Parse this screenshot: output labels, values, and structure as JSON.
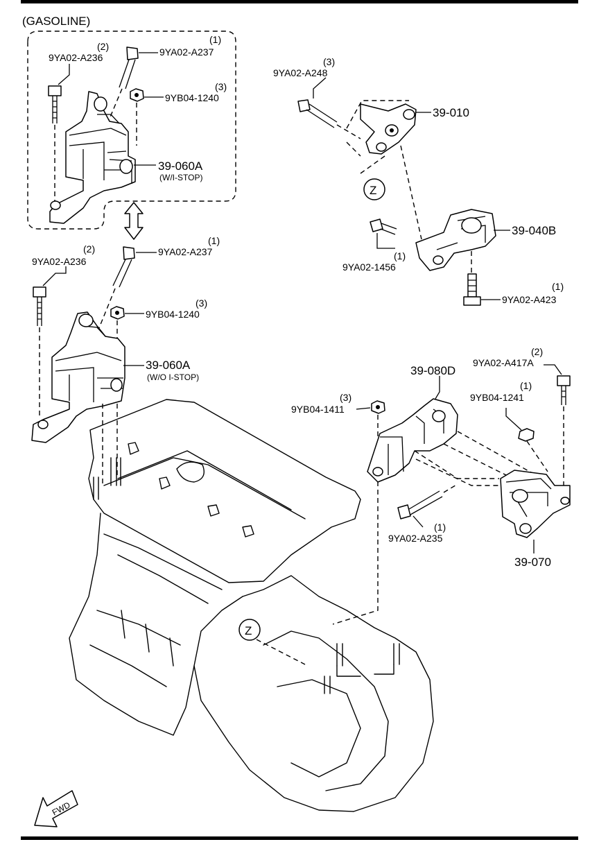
{
  "header": {
    "variant": "(GASOLINE)"
  },
  "callouts": {
    "wi_stop_box": {
      "bolt_a236": {
        "qty": "(2)",
        "part_no": "9YA02-A236"
      },
      "bolt_a237": {
        "qty": "(1)",
        "part_no": "9YA02-A237"
      },
      "nut_1240": {
        "qty": "(3)",
        "part_no": "9YB04-1240"
      },
      "mount": {
        "part_no": "39-060A",
        "note": "(W/I-STOP)"
      }
    },
    "wo_stop": {
      "bolt_a236": {
        "qty": "(2)",
        "part_no": "9YA02-A236"
      },
      "bolt_a237": {
        "qty": "(1)",
        "part_no": "9YA02-A237"
      },
      "nut_1240": {
        "qty": "(3)",
        "part_no": "9YB04-1240"
      },
      "mount": {
        "part_no": "39-060A",
        "note": "(W/O I-STOP)"
      }
    },
    "rear_mount": {
      "bolt_a248": {
        "qty": "(3)",
        "part_no": "9YA02-A248"
      },
      "bracket": {
        "part_no": "39-010"
      },
      "ref_z": "Z",
      "bolt_1456": {
        "qty": "(1)",
        "part_no": "9YA02-1456"
      },
      "mount": {
        "part_no": "39-040B"
      },
      "bolt_a423": {
        "qty": "(1)",
        "part_no": "9YA02-A423"
      }
    },
    "trans_mount": {
      "bracket": {
        "part_no": "39-080D"
      },
      "bolt_a417a": {
        "qty": "(2)",
        "part_no": "9YA02-A417A"
      },
      "nut_1241": {
        "qty": "(1)",
        "part_no": "9YB04-1241"
      },
      "nut_1411": {
        "qty": "(3)",
        "part_no": "9YB04-1411"
      },
      "bolt_a235": {
        "qty": "(1)",
        "part_no": "9YA02-A235"
      },
      "mount": {
        "part_no": "39-070"
      }
    },
    "engine_ref_z": "Z",
    "fwd": "FWD"
  }
}
